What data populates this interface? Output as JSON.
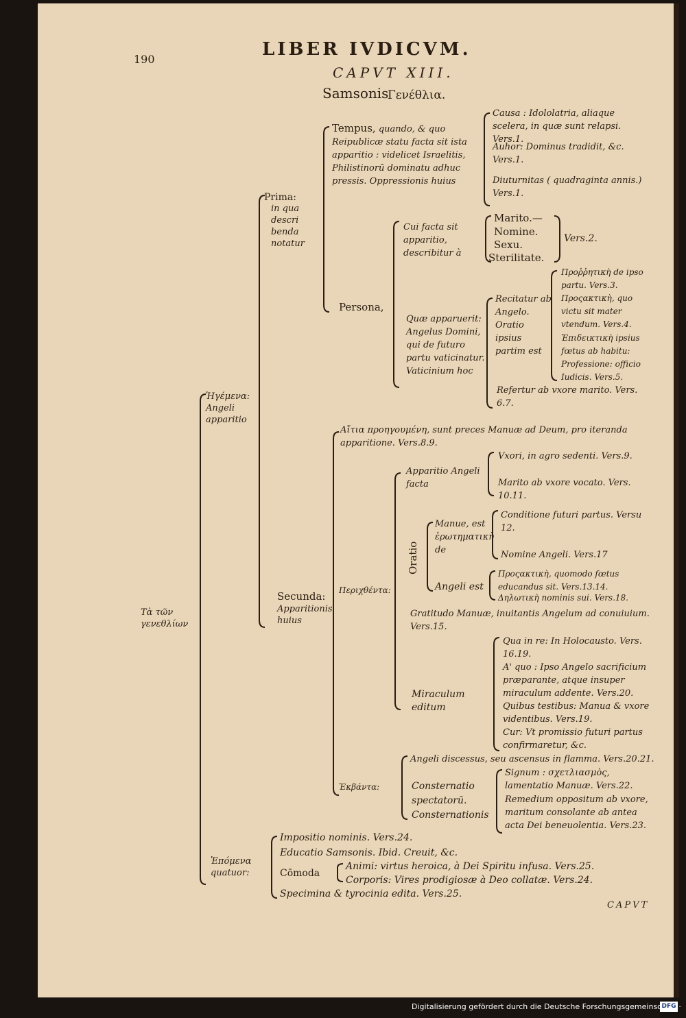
{
  "header": {
    "page_number": "190",
    "running_title": "LIBER IVDICVM.",
    "chapter": "CAPVT XIII.",
    "title_latin": "Samsonis",
    "title_greek": "Γενέθλια."
  },
  "root": "Τὰ τῶν γενεθλίων",
  "level1": {
    "a": "Ἡγέμενα: Angeli apparitio",
    "b": "Ἑπόμενα quatuor:"
  },
  "prima": {
    "label": "Prima:",
    "desc": "in qua descri benda notatur"
  },
  "tempus": {
    "label": "Tempus,",
    "desc": "quando, & quo Reipublicæ statu facta sit ista apparitio : videlicet Israelitis, Philistinorū dominatu adhuc pressis. Oppressionis huius"
  },
  "causa": "Causa : Idololatria, aliaque scelera, in quæ sunt relapsi. Vers.1.",
  "auhor": "Auhor: Dominus tradidit, &c. Vers.1.",
  "diuturnitas": "Diuturnitas ( quadraginta annis.) Vers.1.",
  "persona": "Persona,",
  "cui": "Cui facta sit apparitio, describitur à",
  "marito_list": [
    "Marito.—",
    "Nomine.",
    "Sexu.",
    "Sterilitate."
  ],
  "vers2": "Vers.2.",
  "quae": "Quæ apparuerit: Angelus Domini, qui de futuro partu vaticinatur. Vaticinium hoc",
  "recitatur": "Recitatur ab Angelo. Oratio ipsius partim est",
  "greek1": "Προῤῥητικὴ de ipso partu. Vers.3.",
  "greek2": "Προςακτικὴ, quo victu sit mater vtendum. Vers.4.",
  "greek3": "Ἐπιδεικτικὴ ipsius fœtus ab habitu: Professione: officio Iudicis. Vers.5.",
  "refertur": "Refertur ab vxore marito. Vers. 6.7.",
  "aitia": "Αἴτια προηγουμένη, sunt preces Manuæ ad Deum, pro iteranda apparitione. Vers.8.9.",
  "secunda": {
    "label": "Secunda:",
    "desc": "Apparitionis huius"
  },
  "peracta": "Περιχθέντα:",
  "apparitio_facta": "Apparitio Angeli facta",
  "vxori": "Vxori, in agro sedenti. Vers.9.",
  "marito_ab": "Marito ab vxore vocato. Vers. 10.11.",
  "oratio": "Oratio",
  "manue": "Manue, est ἐρωτηματικὴ de",
  "conditione": "Conditione futuri partus. Versu 12.",
  "nomine_angeli": "Nomine Angeli. Vers.17",
  "angeli_est": "Angeli est",
  "prosakt": "Προςακτικὴ, quomodo fœtus educandus sit. Vers.13.14.",
  "delotike": "Δηλωτικὴ nominis sui. Vers.18.",
  "gratitudo": "Gratitudo Manuæ, inuitantis Angelum ad conuiuium. Vers.15.",
  "miraculum": "Miraculum editum",
  "qua_in_re": "Qua in re: In Holocausto. Vers. 16.19.",
  "a_quo": "A' quo : Ipso Angelo sacrificium præparante, atque insuper miraculum addente. Vers.20.",
  "quibus": "Quibus testibus: Manua & vxore videntibus. Vers.19.",
  "cur": "Cur: Vt promissio futuri partus confirmaretur, &c.",
  "angeli_discessus": "Angeli discessus, seu ascensus in flamma. Vers.20.21.",
  "exodia": "Ἐκβάντα:",
  "consternatio": "Consternatio spectatorū. Consternationis",
  "signum": "Signum : σχετλιασμὸς, lamentatio Manuæ. Vers.22.",
  "remedium": "Remedium oppositum ab vxore, maritum consolante ab antea acta Dei beneuolentia. Vers.23.",
  "impositio": "Impositio nominis. Vers.24.",
  "educatio": "Educatio Samsonis. Ibid. Creuit, &c.",
  "comoda": "Cōmoda",
  "animi": "Animi: virtus heroica, à Dei Spiritu infusa. Vers.25.",
  "corporis": "Corporis: Vires prodigiosæ à Deo collatæ. Vers.24.",
  "specimina": "Specimina & tyrocinia edita. Vers.25.",
  "catchword": "CAPVT",
  "footer": "Digitalisierung gefördert durch die Deutsche Forschungsgemeinschaft ·",
  "footer_logo": "DFG"
}
